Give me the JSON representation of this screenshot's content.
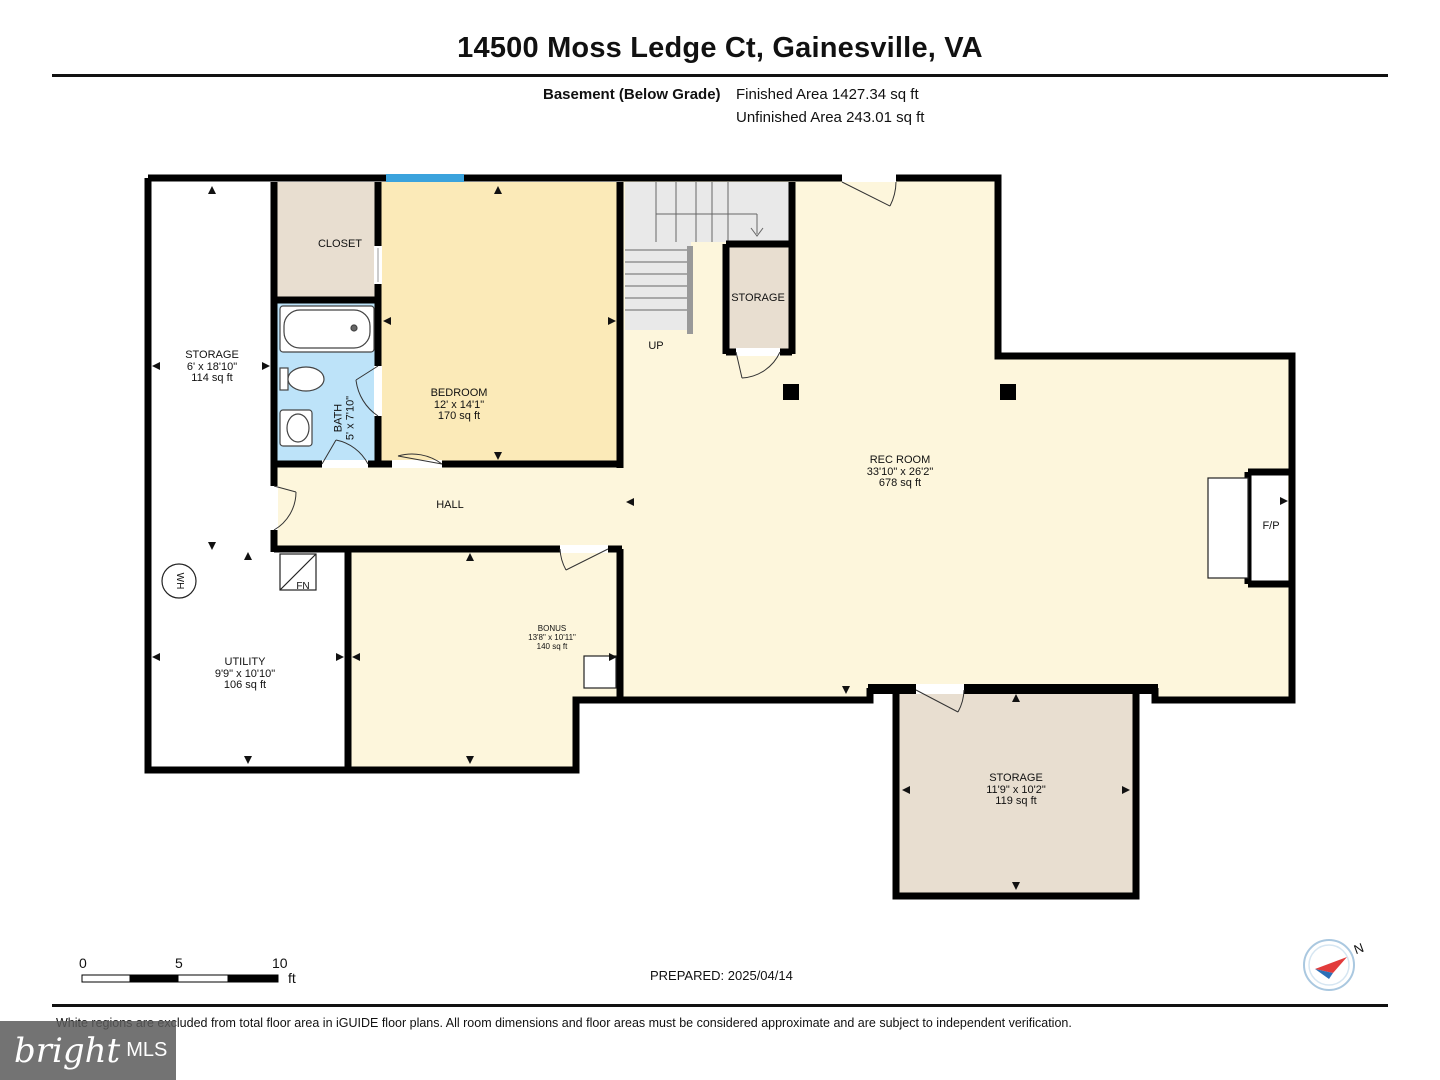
{
  "header": {
    "title": "14500 Moss Ledge Ct, Gainesville, VA",
    "level": "Basement (Below Grade)",
    "finished_area": "Finished Area 1427.34 sq ft",
    "unfinished_area": "Unfinished Area 243.01 sq ft"
  },
  "rooms": {
    "storage_left": {
      "name": "STORAGE",
      "dims": "6' x 18'10\"",
      "area": "114 sq ft"
    },
    "closet": {
      "name": "CLOSET"
    },
    "bath": {
      "name": "BATH",
      "dims": "5' x 7'10\""
    },
    "bedroom": {
      "name": "BEDROOM",
      "dims": "12' x 14'1\"",
      "area": "170 sq ft"
    },
    "stairs": {
      "name": "UP"
    },
    "storage_small": {
      "name": "STORAGE"
    },
    "rec_room": {
      "name": "REC ROOM",
      "dims": "33'10\" x 26'2\"",
      "area": "678 sq ft"
    },
    "fireplace": {
      "name": "F/P"
    },
    "hall": {
      "name": "HALL"
    },
    "water_heater": {
      "name": "WH"
    },
    "furnace": {
      "name": "FN"
    },
    "utility": {
      "name": "UTILITY",
      "dims": "9'9\" x 10'10\"",
      "area": "106 sq ft"
    },
    "bonus": {
      "name": "BONUS",
      "dims": "13'8\" x 10'11\"",
      "area": "140 sq ft"
    },
    "storage_bottom": {
      "name": "STORAGE",
      "dims": "11'9\" x 10'2\"",
      "area": "119 sq ft"
    }
  },
  "scale": {
    "t0": "0",
    "t5": "5",
    "t10": "10",
    "unit": "ft"
  },
  "prepared": "PREPARED: 2025/04/14",
  "compass_label": "N",
  "disclaimer": "White regions are excluded from total floor area in iGUIDE floor plans. All room dimensions and floor areas must be considered approximate and are subject to independent verification.",
  "brand": {
    "name": "bright",
    "suffix": "MLS"
  },
  "colors": {
    "wall": "#000000",
    "yellow": "#fdf6dc",
    "bedroom": "#fbeab8",
    "storage_tan": "#e8ded0",
    "stairs_gray": "#e9e9e9",
    "bath_blue": "#bde3f9",
    "window_blue": "#3ba3dd"
  }
}
